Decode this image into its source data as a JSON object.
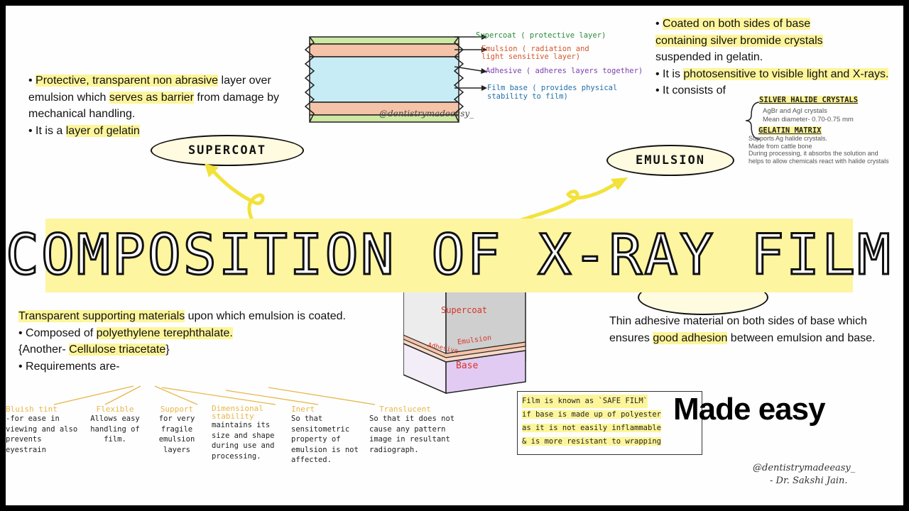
{
  "title": "COMPOSITION OF X-RAY FILM",
  "badge": "Made easy",
  "diagram_top": {
    "labels": [
      "Supercoat ( protective layer)",
      "Emulsion ( radiation and light sensitive layer)",
      "Adhesive ( adheres layers together)",
      "Film base ( provides physical stability to film)"
    ],
    "handle": "@dentistrymadeeasy_"
  },
  "supercoat": {
    "oval": "SUPERCOAT",
    "b1_pre": "Protective, transparent non abrasive",
    "b1_mid": " layer over emulsion which ",
    "b1_hl": "serves as barrier",
    "b1_post": " from damage by mechanical handling.",
    "b2_pre": "It is a ",
    "b2_hl": "layer of gelatin"
  },
  "emulsion": {
    "oval": "EMULSION",
    "b1_hl1": "Coated on both sides of base",
    "b1_hl2": "containing silver bromide crystals",
    "b1_post": "suspended in gelatin.",
    "b2_pre": "It is ",
    "b2_hl": "photosensitive to visible light and X-rays.",
    "b3": "It consists of",
    "halide_head": "SILVER HALIDE CRYSTALS",
    "halide_items": [
      "AgBr and AgI crystals",
      "Mean diameter- 0.70-0.75 mm"
    ],
    "gelatin_head": "GELATIN MATRIX",
    "gelatin_items": [
      "Supports Ag halide crystals.",
      "Made from cattle bone",
      "During processing, it absorbs the solution and helps to allow chemicals react with halide crystals"
    ]
  },
  "base": {
    "line1_hl": "Transparent supporting materials",
    "line1_post": " upon which emulsion is coated.",
    "b1_pre": "Composed of ",
    "b1_hl": "polyethylene terephthalate.",
    "b2_pre": "{Another- ",
    "b2_hl": "Cellulose triacetate",
    "b2_post": "}",
    "b3": "Requirements are-"
  },
  "requirements": [
    {
      "head": "Bluish tint",
      "body": "-for ease in viewing and also prevents eyestrain"
    },
    {
      "head": "Flexible",
      "body": "Allows easy handling of film."
    },
    {
      "head": "Support",
      "body": "for very fragile emulsion layers"
    },
    {
      "head": "Dimensional stability",
      "body": "maintains its size and shape during use and processing."
    },
    {
      "head": "Inert",
      "body": "So that sensitometric property of emulsion is not affected."
    },
    {
      "head": "Translucent",
      "body": "So that it does not cause any pattern image in resultant radiograph."
    }
  ],
  "diagram_bottom": {
    "supercoat": "Supercoat",
    "emulsion": "Emulsion",
    "adhesive": "Adhesive",
    "base": "Base"
  },
  "adhesive": {
    "pre": "Thin adhesive material on both sides of base which ensures ",
    "hl": "good adhesion",
    "post": " between emulsion and base."
  },
  "safe_film": {
    "l1": "Film is known as `SAFE FILM`",
    "l2": "if base is made up of polyester",
    "l3": "as it is not easily inflammable",
    "l4": "& is more resistant to wrapping"
  },
  "signature": {
    "handle": "@dentistrymadeeasy_",
    "name": "- Dr. Sakshi Jain."
  },
  "colors": {
    "highlight": "#fdf59a",
    "banner": "#fdf5a0",
    "supercoat": "#cfe8a4",
    "emulsion": "#f4c3a8",
    "base": "#c7ecf5",
    "adhesive_label": "#7a3fb0",
    "arrow": "#f2e23a"
  }
}
